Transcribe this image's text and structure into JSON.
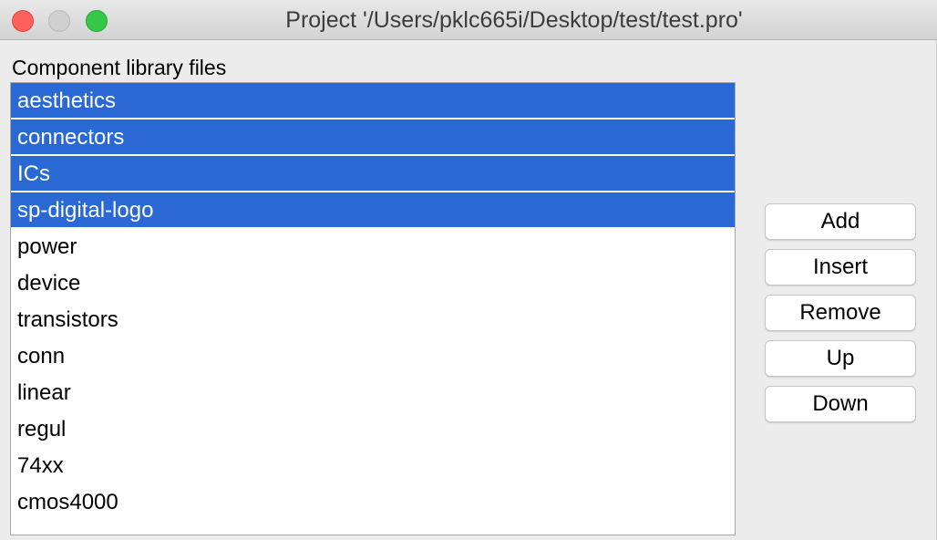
{
  "window": {
    "title": "Project '/Users/pklc665i/Desktop/test/test.pro'"
  },
  "section": {
    "label": "Component library files"
  },
  "library_list": {
    "items": [
      {
        "label": "aesthetics",
        "selected": true
      },
      {
        "label": "connectors",
        "selected": true
      },
      {
        "label": "ICs",
        "selected": true
      },
      {
        "label": "sp-digital-logo",
        "selected": true
      },
      {
        "label": "power",
        "selected": false
      },
      {
        "label": "device",
        "selected": false
      },
      {
        "label": "transistors",
        "selected": false
      },
      {
        "label": "conn",
        "selected": false
      },
      {
        "label": "linear",
        "selected": false
      },
      {
        "label": "regul",
        "selected": false
      },
      {
        "label": "74xx",
        "selected": false
      },
      {
        "label": "cmos4000",
        "selected": false
      }
    ],
    "selection_color": "#2a69d3"
  },
  "buttons": {
    "add": "Add",
    "insert": "Insert",
    "remove": "Remove",
    "up": "Up",
    "down": "Down"
  }
}
